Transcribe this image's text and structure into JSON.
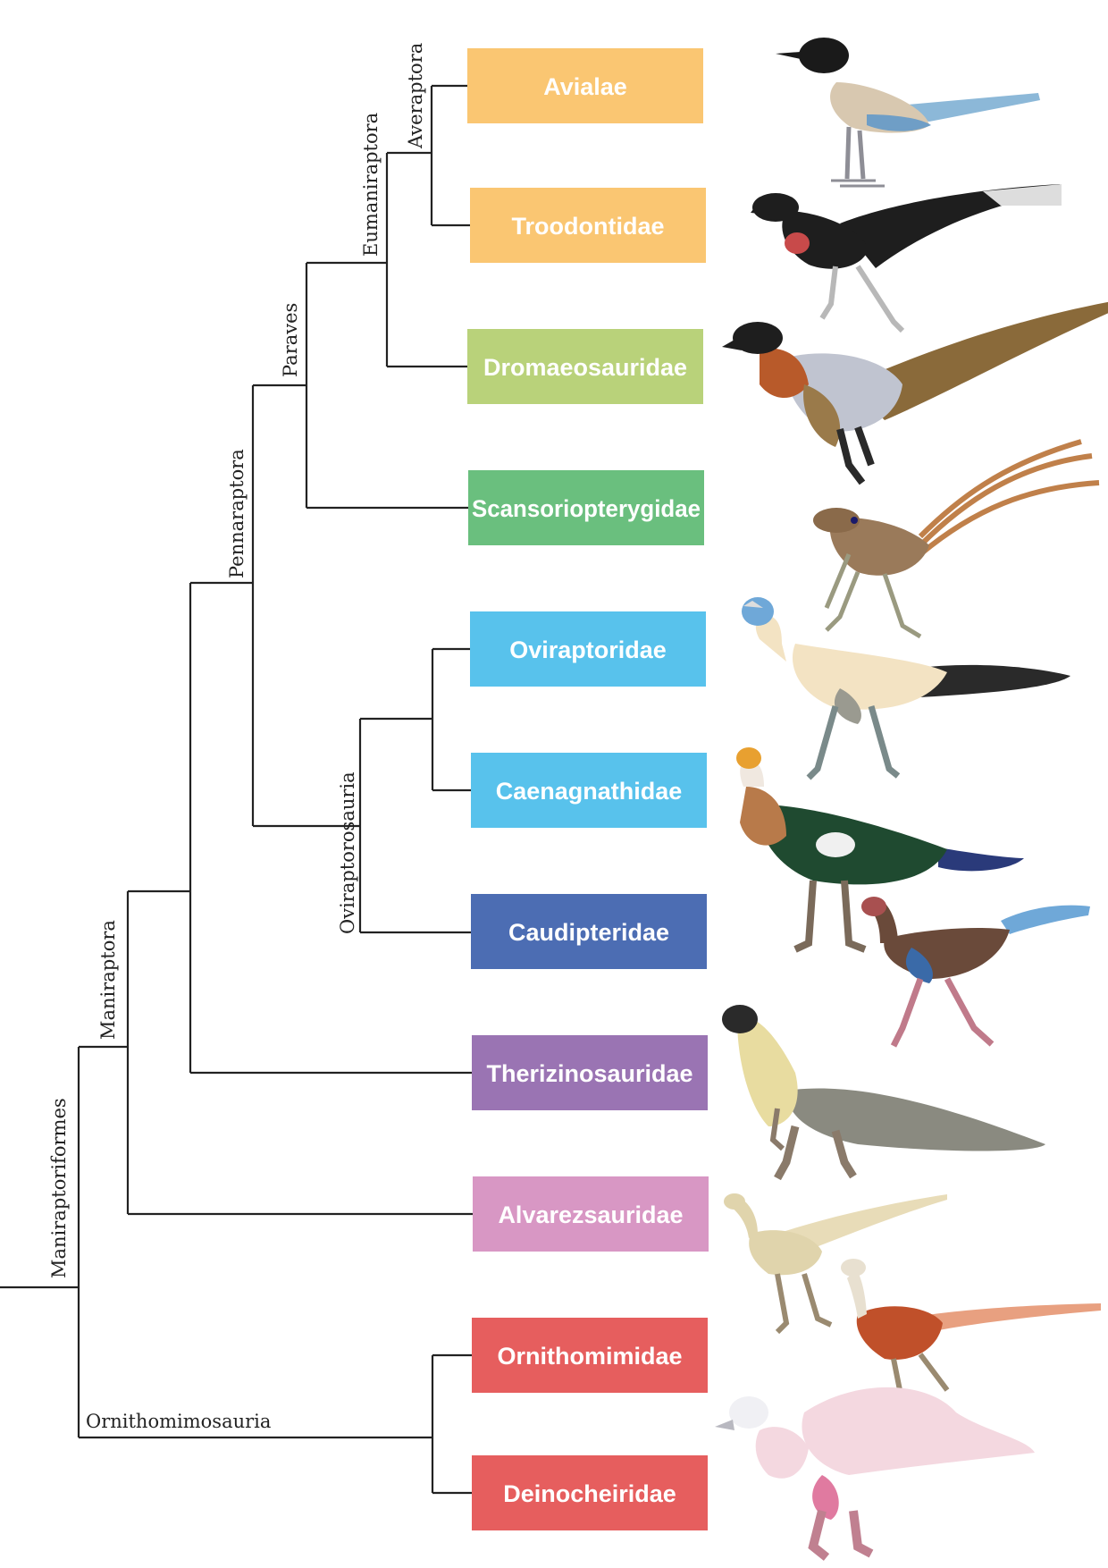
{
  "clades": {
    "maniraptoriformes": "Maniraptoriformes",
    "maniraptora": "Maniraptora",
    "ornithomimosauria": "Ornithomimosauria",
    "pennaraptora": "Pennaraptora",
    "paraves": "Paraves",
    "eumaniraptora": "Eumaniraptora",
    "averaptora": "Averaptora",
    "oviraptorosauria": "Oviraptorosauria"
  },
  "taxa": [
    {
      "label": "Avialae",
      "color": "#FAC672",
      "icon": "magpie-illustration"
    },
    {
      "label": "Troodontidae",
      "color": "#FAC672",
      "icon": "troodontid-illustration"
    },
    {
      "label": "Dromaeosauridae",
      "color": "#B9D27A",
      "icon": "dromaeosaurid-illustration"
    },
    {
      "label": "Scansoriopterygidae",
      "color": "#6ABF7E",
      "icon": "scansoriopterygid-illustration"
    },
    {
      "label": "Oviraptoridae",
      "color": "#58C2EC",
      "icon": "oviraptorid-illustration"
    },
    {
      "label": "Caenagnathidae",
      "color": "#58C2EC",
      "icon": "caenagnathid-illustration"
    },
    {
      "label": "Caudipteridae",
      "color": "#4C6DB3",
      "icon": "caudipterid-illustration"
    },
    {
      "label": "Therizinosauridae",
      "color": "#9A74B3",
      "icon": "therizinosaurid-illustration"
    },
    {
      "label": "Alvarezsauridae",
      "color": "#D897C4",
      "icon": "alvarezsaurid-illustration"
    },
    {
      "label": "Ornithomimidae",
      "color": "#E65E5E",
      "icon": "ornithomimid-illustration"
    },
    {
      "label": "Deinocheiridae",
      "color": "#E65E5E",
      "icon": "deinocheirid-illustration"
    }
  ]
}
